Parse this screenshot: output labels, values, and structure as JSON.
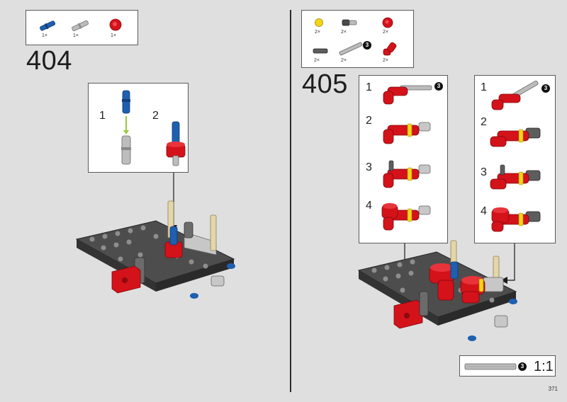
{
  "step_404": {
    "number": "404",
    "parts": [
      {
        "name": "blue-pin-connector",
        "qty": "1×"
      },
      {
        "name": "gray-axle-pin",
        "qty": "1×"
      },
      {
        "name": "red-bush",
        "qty": "1×"
      }
    ],
    "sub_steps": [
      "1",
      "2"
    ]
  },
  "step_405": {
    "number": "405",
    "parts": [
      {
        "name": "yellow-bush",
        "qty": "2×"
      },
      {
        "name": "gray-pin-connector",
        "qty": "2×"
      },
      {
        "name": "red-bush",
        "qty": "2×"
      },
      {
        "name": "dark-gray-pin",
        "qty": "2×"
      },
      {
        "name": "gray-axle",
        "qty": "2×",
        "length": "3"
      },
      {
        "name": "red-angle-connector",
        "qty": "2×"
      }
    ],
    "left_sub_steps": [
      "1",
      "2",
      "3",
      "4"
    ],
    "right_sub_steps": [
      "1",
      "2",
      "3",
      "4"
    ],
    "callout_axle_length": "3"
  },
  "scale_box": {
    "axle_length": "3",
    "scale": "1:1"
  },
  "page_number": "371",
  "colors": {
    "red": "#d4121a",
    "blue": "#1e5fb0",
    "dark_gray": "#4a4a4a",
    "light_gray": "#b8b8b8",
    "tan": "#e4d6a8",
    "yellow": "#f3d517"
  }
}
